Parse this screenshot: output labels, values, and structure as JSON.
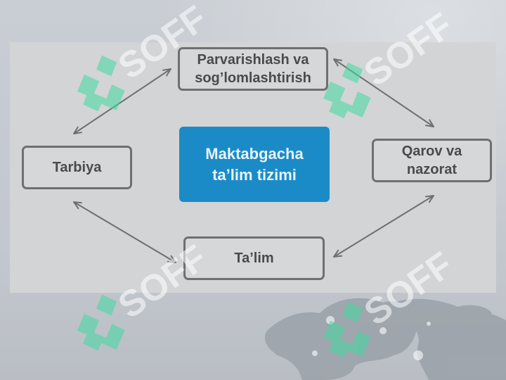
{
  "diagram": {
    "center": {
      "line1": "Maktabgacha",
      "line2": "ta’lim tizimi"
    },
    "top": {
      "line1": "Parvarishlash va",
      "line2": "sog’lomlashtirish"
    },
    "left": {
      "label": "Tarbiya"
    },
    "right": {
      "line1": "Qarov va",
      "line2": "nazorat"
    },
    "bottom": {
      "label": "Ta’lim"
    }
  },
  "watermark": {
    "text": "SOFF"
  },
  "colors": {
    "center_fill": "#1b8bc8",
    "box_border": "#6f6f6f",
    "panel": "#d3d4d6",
    "watermark": "#3fd9a0"
  },
  "icons": {
    "background_art": "world-map-graphic"
  }
}
